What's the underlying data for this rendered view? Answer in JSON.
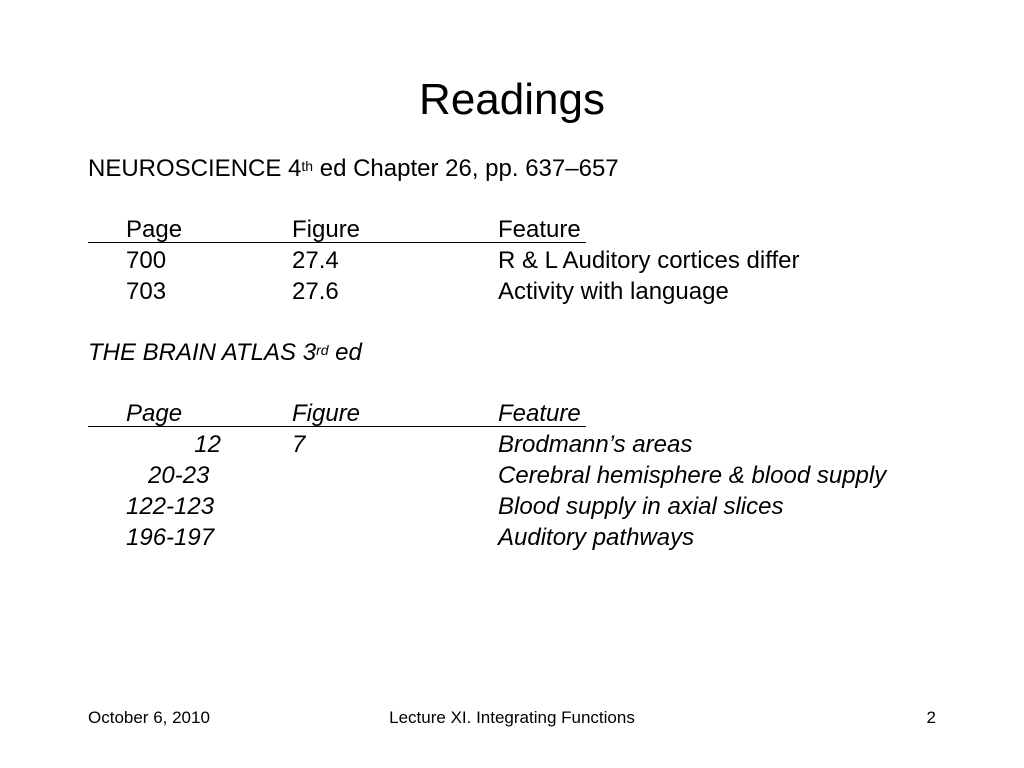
{
  "title": "Readings",
  "book1": {
    "title_pre": "NEUROSCIENCE 4",
    "title_sup": "th",
    "title_post": " ed  Chapter 26, pp. 637–657",
    "headers": [
      "Page",
      "Figure",
      "Feature"
    ],
    "rows": [
      [
        "700",
        "27.4",
        "R & L Auditory cortices differ"
      ],
      [
        "703",
        "27.6",
        "Activity with language"
      ]
    ]
  },
  "book2": {
    "title_pre": "THE BRAIN ATLAS 3",
    "title_sup": "rd",
    "title_post": " ed",
    "headers": [
      "Page",
      "Figure",
      "Feature"
    ],
    "rows": [
      [
        "12",
        "7",
        "Brodmann’s areas"
      ],
      [
        "20-23",
        "",
        "Cerebral hemisphere & blood supply"
      ],
      [
        "122-123",
        "",
        "Blood supply in axial slices"
      ],
      [
        "196-197",
        "",
        "Auditory pathways"
      ]
    ]
  },
  "footer": {
    "date": "October 6, 2010",
    "lecture": "Lecture XI. Integrating Functions",
    "page": "2"
  }
}
